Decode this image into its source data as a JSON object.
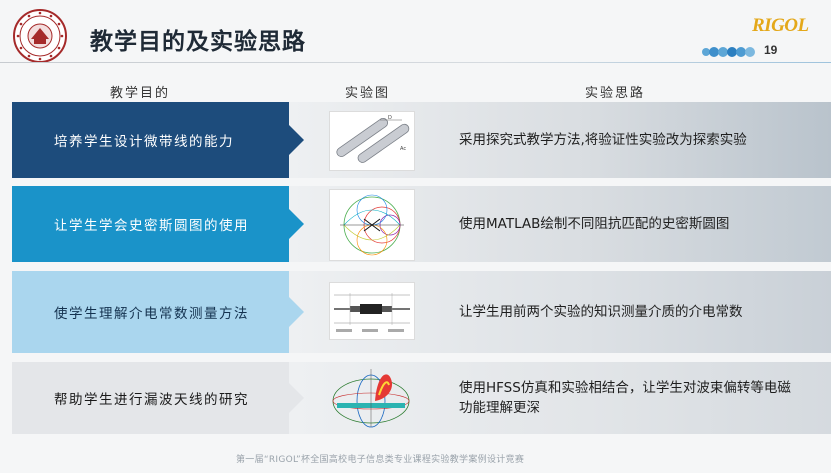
{
  "header": {
    "title": "教学目的及实验思路",
    "brand": "RIGOL",
    "page_number": "19"
  },
  "columns": {
    "goal": "教学目的",
    "figure": "实验图",
    "approach": "实验思路"
  },
  "rows": [
    {
      "goal": "培养学生设计微带线的能力",
      "approach": "采用探究式教学方法,将验证性实验改为探索实验"
    },
    {
      "goal": "让学生学会史密斯圆图的使用",
      "approach": "使用MATLAB绘制不同阻抗匹配的史密斯圆图"
    },
    {
      "goal": "使学生理解介电常数测量方法",
      "approach": "让学生用前两个实验的知识测量介质的介电常数"
    },
    {
      "goal": "帮助学生进行漏波天线的研究",
      "approach": "使用HFSS仿真和实验相结合，让学生对波束偏转等电磁功能理解更深"
    }
  ],
  "footer": {
    "text": "第一届“RIGOL”杯全国高校电子信息类专业课程实验教学案例设计竞赛"
  },
  "colors": {
    "row1_left": "#1d4c7c",
    "row2_left": "#1a93c9",
    "row3_left": "#aad6ee",
    "row4_left": "#e4e6e9",
    "brand": "#e4a81a"
  }
}
